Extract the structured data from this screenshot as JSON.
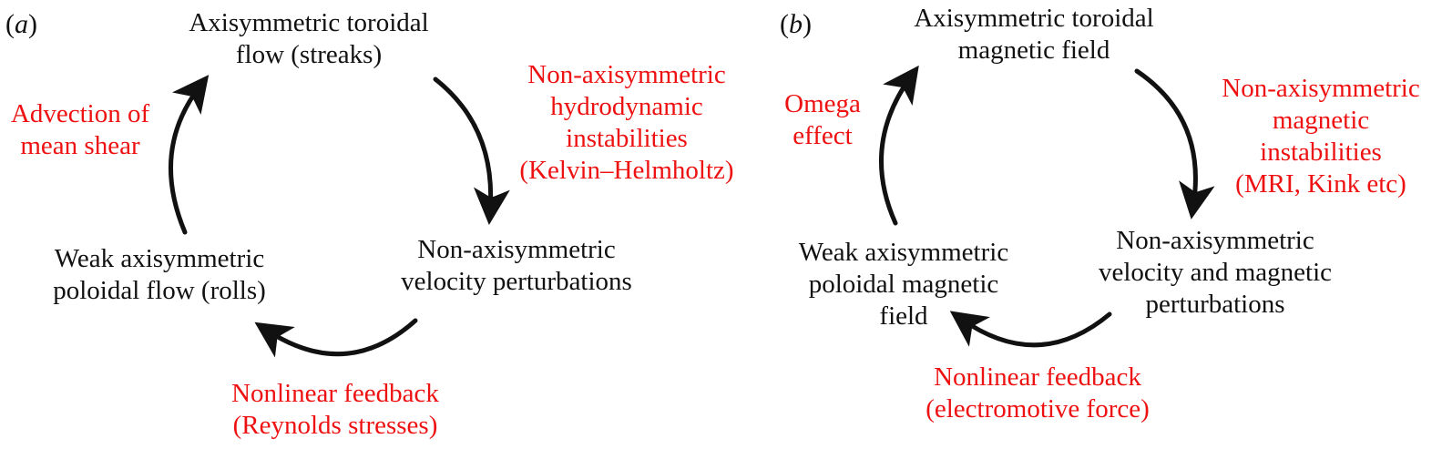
{
  "panels": [
    {
      "label_open": "(",
      "label_letter": "a",
      "label_close": ")",
      "nodes": {
        "top": [
          "Axisymmetric toroidal",
          "flow (streaks)"
        ],
        "right": [
          "Non-axisymmetric",
          "velocity perturbations"
        ],
        "left": [
          "Weak axisymmetric",
          "poloidal flow (rolls)"
        ]
      },
      "processes": {
        "top_right": [
          "Non-axisymmetric",
          "hydrodynamic",
          "instabilities",
          "(Kelvin–Helmholtz)"
        ],
        "bottom": [
          "Nonlinear feedback",
          "(Reynolds stresses)"
        ],
        "left": [
          "Advection of",
          "mean shear"
        ]
      }
    },
    {
      "label_open": "(",
      "label_letter": "b",
      "label_close": ")",
      "nodes": {
        "top": [
          "Axisymmetric toroidal",
          "magnetic field"
        ],
        "right": [
          "Non-axisymmetric",
          "velocity and magnetic",
          "perturbations"
        ],
        "left": [
          "Weak axisymmetric",
          "poloidal magnetic",
          "field"
        ]
      },
      "processes": {
        "top_right": [
          "Non-axisymmetric",
          "magnetic",
          "instabilities",
          "(MRI, Kink etc)"
        ],
        "bottom": [
          "Nonlinear feedback",
          "(electromotive force)"
        ],
        "left": [
          "Omega",
          "effect"
        ]
      }
    }
  ],
  "colors": {
    "node_text": "#111111",
    "process_text": "#ee1111",
    "arrow": "#111111"
  }
}
